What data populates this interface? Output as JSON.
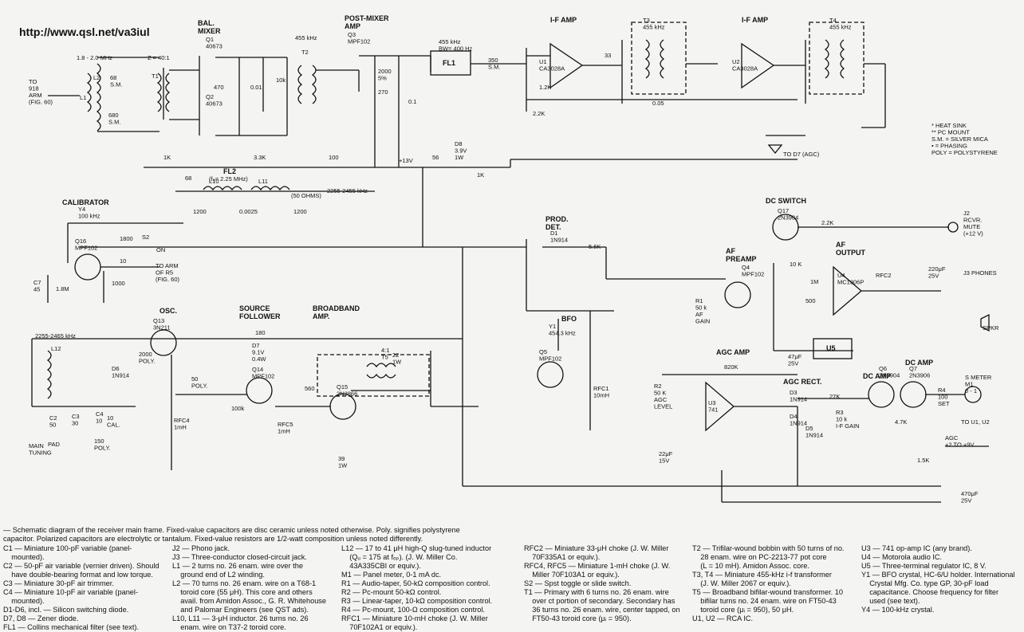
{
  "url": "http://www.qsl.net/va3iul",
  "labels": {
    "bal_mixer": "BAL.\nMIXER",
    "post_mixer": "POST-MIXER\nAMP",
    "if_amp_1": "I-F AMP",
    "if_amp_2": "I-F AMP",
    "calibrator": "CALIBRATOR",
    "osc": "OSC.",
    "source_follower": "SOURCE\nFOLLOWER",
    "broadband_amp": "BROADBAND\nAMP.",
    "prod_det": "PROD.\nDET.",
    "bfo": "BFO",
    "dc_switch": "DC SWITCH",
    "af_preamp": "AF\nPREAMP",
    "af_output": "AF\nOUTPUT",
    "agc_amp": "AGC AMP",
    "agc_rect": "AGC RECT.",
    "dc_amp_1": "DC AMP",
    "dc_amp_2": "DC AMP",
    "s_meter": "S METER\nM1\n0 - 1",
    "to_918": "TO\n918\nARM\n(FIG. 60)",
    "freq_in": "1.8 - 2.0 MHz",
    "z_ratio": "Z = 40:1",
    "if_freq_t2": "455 kHz",
    "fl1": "FL1",
    "fl1_spec": "455 kHz\nBW= 400 Hz",
    "fl2": "FL2",
    "fl2_spec": "(f₀= 2.25 MHz)",
    "ohms50": "(50 OHMS)",
    "band": "2255-2455 kHz",
    "osc_band": "2255-2465 kHz",
    "t3": "T3\n455 kHz",
    "t4": "T4\n455 kHz",
    "agc_line": "TO D7 (AGC)",
    "legend": "*  HEAT SINK\n** PC MOUNT\nS.M. = SILVER MICA\n• = PHASING\nPOLY = POLYSTYRENE",
    "rcvr_mute": "J2\nRCVR.\nMUTE\n(+12 V)",
    "phones": "J3 PHONES",
    "spkr": "SPKR",
    "plus13v": "+13V",
    "to_u1u2": "TO U1, U2",
    "agc_range": "AGC\n+2 TO +9V",
    "to_arm_r5": "TO ARM\nOF R5\n(FIG. 60)",
    "main_tuning": "MAIN\nTUNING",
    "pad": "PAD",
    "poly150": "150\nPOLY.",
    "cal10": "10\nCAL.",
    "u5": "U5",
    "r2_label": "R2\n50 K\nAGC\nLEVEL",
    "r3_label": "R3\n10 k\nI-F GAIN",
    "af_gain": "R1\n50 k\nAF\nGAIN",
    "bfo_xtal": "Y1\n454.3 kHz",
    "cal_xtal": "Y4\n100 kHz"
  },
  "components": {
    "q1": "Q1\n40673",
    "q2": "Q2\n40673",
    "q3": "Q3\nMPF102",
    "u1": "U1\nCA3028A",
    "u2": "U2\nCA3028A",
    "q16": "Q16\nMPF102",
    "q13": "Q13\n3N211",
    "q14": "Q14\nMPF102",
    "q15": "Q15\n2N3866",
    "d1": "D1\n1N914",
    "q5": "Q5\nMPF102",
    "q17": "Q17\n2N3904",
    "q4": "Q4\nMPF102",
    "u4": "U4\nMC1306P",
    "u3": "U3\n741",
    "q6": "Q6\n2N3904",
    "q7": "Q7\n2N3906",
    "d8": "D8\n3.9V\n1W",
    "d7": "D7\n9.1V\n0.4W",
    "d6": "D6\n1N914",
    "d3": "D3\n1N914",
    "d4": "D4\n1N914",
    "d5": "D5\n1N914",
    "l10": "L10",
    "l11": "L11",
    "l12": "L12",
    "t1": "T1",
    "t2": "T2",
    "t5": "4:1\nT5",
    "rfc1": "RFC1\n10mH",
    "rfc2": "RFC2",
    "rfc4": "RFC4\n1mH",
    "rfc5": "RFC5\n1mH",
    "l1": "L1",
    "l2": "L2",
    "c7": "C7\n45",
    "c2": "C2\n50",
    "c3": "C3\n30",
    "c4": "C4\n10"
  },
  "values": {
    "r1k": "1K",
    "r33k": "3.3K",
    "r100": "100",
    "r56": "56",
    "r1k_b": "1K",
    "c68": "68",
    "c1200a": "1200",
    "c0025": "0.0025",
    "c1200b": "1200",
    "r470": "470",
    "c001": "0.01",
    "r10k": "10k",
    "r2000": "2000\n5%",
    "r270": "270",
    "c01": "0.1",
    "r12k": "1.2K",
    "r22k": "2.2K",
    "r33": "33",
    "c005": "0.05",
    "r56k": "5.6K",
    "r820k": "820K",
    "r27k": "27K",
    "r47k": "4.7K",
    "r15k": "1.5K",
    "c22uf": "22μF\n15V",
    "c470uf": "470μF\n25V",
    "c220uf": "220μF\n25V",
    "c47uf": "47μF\n25V",
    "c1800": "1800",
    "c10": "10",
    "r1000": "1000",
    "r18m": "1.8M",
    "c2000": "2000\nPOLY.",
    "r180": "180",
    "c50": "50\nPOLY.",
    "r100k": "100k",
    "r560": "560",
    "r39": "39\n1W",
    "r22": "22\n1W",
    "s2": "S2",
    "on": "ON",
    "c680": "680\nS.M.",
    "c68sm": "68\nS.M.",
    "c350": "350\nS.M.",
    "r22k_b": "2.2K",
    "r10k_b": "10 K",
    "r1m": "1M",
    "r500": "500",
    "r100set": "R4\n100\nSET"
  },
  "caption": "— Schematic diagram of the receiver main frame. Fixed-value capacitors are disc ceramic unless noted otherwise. Poly. signifies polystyrene\ncapacitor. Polarized capacitors are electrolytic or tantalum. Fixed-value resistors are 1/2-watt composition unless noted differently.",
  "parts_columns": [
    "C1 — Miniature 100-pF variable (panel-\n    mounted).\nC2 — 50-pF air variable (vernier driven). Should\n    have double-bearing format and low torque.\nC3 — Miniature 30-pF air trimmer.\nC4 — Miniature 10-pF air variable (panel-\n    mounted).\nD1-D6, incl. — Silicon switching diode.\nD7, D8 — Zener diode.\nFL1 — Collins mechanical filter (see text).",
    "J2 — Phono jack.\nJ3 — Three-conductor closed-circuit jack.\nL1 — 2 turns no. 26 enam. wire over the\n    ground end of L2 winding.\nL2 — 70 turns no. 26 enam. wire on a T68-1\n    toroid core (55 μH). This core and others\n    avail. from Amidon Assoc., G. R. Whitehouse\n    and Palomar Engineers (see QST ads).\nL10, L11 — 3-μH inductor. 26 turns no. 26\n    enam. wire on T37-2 toroid core.",
    "L12 — 17 to 41 μH high-Q slug-tuned inductor\n    (Qᵤ = 175 at fₒₚ). (J. W. Miller Co.\n    43A335CBI or equiv.).\nM1 — Panel meter, 0-1 mA dc.\nR1 — Audio-taper, 50-kΩ composition control.\nR2 — Pc-mount 50-kΩ control.\nR3 — Linear-taper, 10-kΩ composition control.\nR4 — Pc-mount, 100-Ω composition control.\nRFC1 — Miniature 10-mH choke (J. W. Miller\n    70F102A1 or equiv.).",
    "RFC2 — Miniature 33-μH choke (J. W. Miller\n    70F335A1 or equiv.).\nRFC4, RFC5 — Miniature 1-mH choke (J. W.\n    Miller 70F103A1 or equiv.).\nS2 — Spst toggle or slide switch.\nT1 — Primary with 6 turns no. 26 enam. wire\n    over ct portion of secondary. Secondary has\n    36 turns no. 26 enam. wire, center tapped, on\n    FT50-43 toroid core (μᵢ = 950).",
    "T2 — Trifilar-wound bobbin with 50 turns of no.\n    28 enam. wire on PC-2213-77 pot core\n    (L = 10 mH). Amidon Assoc. core.\nT3, T4 — Miniature 455-kHz i-f transformer\n    (J. W. Miller 2067 or equiv.).\nT5 — Broadband bifilar-wound transformer. 10\n    bifilar turns no. 24 enam. wire on FT50-43\n    toroid core (μᵢ = 950), 50 μH.\nU1, U2 — RCA IC.",
    "U3 — 741 op-amp IC (any brand).\nU4 — Motorola audio IC.\nU5 — Three-terminal regulator IC, 8 V.\nY1 — BFO crystal, HC-6/U holder. International\n    Crystal Mfg. Co. type GP, 30-pF load\n    capacitance. Choose frequency for filter\n    used (see text).\nY4 — 100-kHz crystal."
  ]
}
